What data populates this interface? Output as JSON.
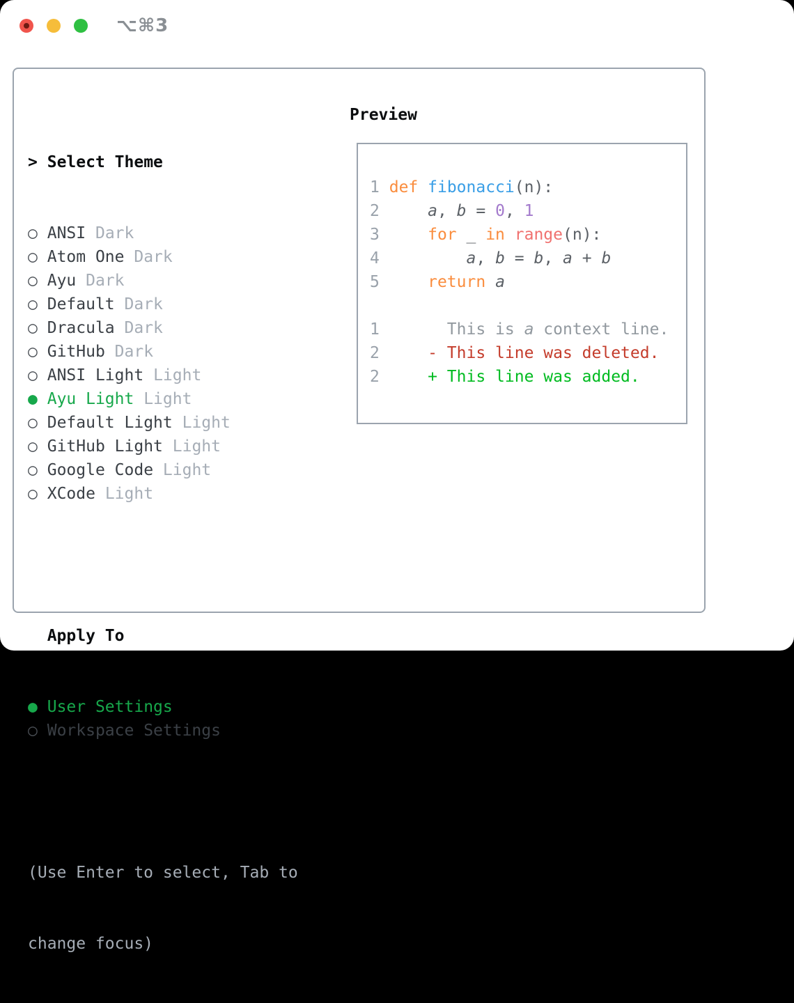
{
  "window": {
    "title": "⌥⌘3"
  },
  "selector": {
    "cursor": ">",
    "header": "Select Theme",
    "items": [
      {
        "bullet": "○",
        "name": "ANSI",
        "tag": "Dark",
        "selected": false
      },
      {
        "bullet": "○",
        "name": "Atom One",
        "tag": "Dark",
        "selected": false
      },
      {
        "bullet": "○",
        "name": "Ayu",
        "tag": "Dark",
        "selected": false
      },
      {
        "bullet": "○",
        "name": "Default",
        "tag": "Dark",
        "selected": false
      },
      {
        "bullet": "○",
        "name": "Dracula",
        "tag": "Dark",
        "selected": false
      },
      {
        "bullet": "○",
        "name": "GitHub",
        "tag": "Dark",
        "selected": false
      },
      {
        "bullet": "○",
        "name": "ANSI Light",
        "tag": "Light",
        "selected": false
      },
      {
        "bullet": "●",
        "name": "Ayu Light",
        "tag": "Light",
        "selected": true
      },
      {
        "bullet": "○",
        "name": "Default Light",
        "tag": "Light",
        "selected": false
      },
      {
        "bullet": "○",
        "name": "GitHub Light",
        "tag": "Light",
        "selected": false
      },
      {
        "bullet": "○",
        "name": "Google Code",
        "tag": "Light",
        "selected": false
      },
      {
        "bullet": "○",
        "name": "XCode",
        "tag": "Light",
        "selected": false
      }
    ]
  },
  "apply_to": {
    "header": "Apply To",
    "items": [
      {
        "bullet": "●",
        "name": "User Settings",
        "selected": true
      },
      {
        "bullet": "○",
        "name": "Workspace Settings",
        "selected": false
      }
    ]
  },
  "hint": {
    "line1": "(Use Enter to select, Tab to",
    "line2": "change focus)"
  },
  "preview": {
    "header": "Preview",
    "lines": [
      {
        "num": "1",
        "tokens": [
          {
            "t": "def",
            "s": "kw"
          },
          {
            "t": " ",
            "s": "txt"
          },
          {
            "t": "fibonacci",
            "s": "fn"
          },
          {
            "t": "(n):",
            "s": "txt"
          }
        ]
      },
      {
        "num": "2",
        "tokens": [
          {
            "t": "    ",
            "s": "txt"
          },
          {
            "t": "a",
            "s": "var"
          },
          {
            "t": ", ",
            "s": "txt"
          },
          {
            "t": "b",
            "s": "var"
          },
          {
            "t": " = ",
            "s": "txt"
          },
          {
            "t": "0",
            "s": "num"
          },
          {
            "t": ", ",
            "s": "txt"
          },
          {
            "t": "1",
            "s": "num"
          }
        ]
      },
      {
        "num": "3",
        "tokens": [
          {
            "t": "    ",
            "s": "txt"
          },
          {
            "t": "for",
            "s": "kw"
          },
          {
            "t": " _ ",
            "s": "txt"
          },
          {
            "t": "in",
            "s": "kw"
          },
          {
            "t": " ",
            "s": "txt"
          },
          {
            "t": "range",
            "s": "call"
          },
          {
            "t": "(n):",
            "s": "txt"
          }
        ]
      },
      {
        "num": "4",
        "tokens": [
          {
            "t": "        ",
            "s": "txt"
          },
          {
            "t": "a",
            "s": "var"
          },
          {
            "t": ", ",
            "s": "txt"
          },
          {
            "t": "b",
            "s": "var"
          },
          {
            "t": " = ",
            "s": "txt"
          },
          {
            "t": "b",
            "s": "var"
          },
          {
            "t": ", ",
            "s": "txt"
          },
          {
            "t": "a",
            "s": "var"
          },
          {
            "t": " + ",
            "s": "txt"
          },
          {
            "t": "b",
            "s": "var"
          }
        ]
      },
      {
        "num": "5",
        "tokens": [
          {
            "t": "    ",
            "s": "txt"
          },
          {
            "t": "return",
            "s": "kw"
          },
          {
            "t": " ",
            "s": "txt"
          },
          {
            "t": "a",
            "s": "var"
          }
        ]
      },
      {
        "num": "",
        "tokens": []
      },
      {
        "num": "1",
        "tokens": [
          {
            "t": "      This is ",
            "s": "ctx"
          },
          {
            "t": "a",
            "s": "ctxvar"
          },
          {
            "t": " context line.",
            "s": "ctx"
          }
        ]
      },
      {
        "num": "2",
        "tokens": [
          {
            "t": "    - This line was deleted.",
            "s": "del"
          }
        ]
      },
      {
        "num": "2",
        "tokens": [
          {
            "t": "    + This line was added.",
            "s": "add"
          }
        ]
      }
    ]
  },
  "colors": {
    "accent-green": "#17a84b",
    "added-green": "#00bb20",
    "deleted-red": "#c43c2b",
    "keyword-orange": "#fa8d3e",
    "function-blue": "#399ee6",
    "number-purple": "#a37acc",
    "call-coral": "#f0716f",
    "code-text": "#5b6066",
    "muted-gray": "#a6adb6",
    "line-number-gray": "#99a1aa",
    "context-gray": "#92999f",
    "item-text": "#3b4046",
    "border-gray": "#9ba4ae",
    "traffic-red": "#f0544c",
    "traffic-red-dot": "#6e1a12",
    "traffic-yellow": "#f6bd3a",
    "traffic-green": "#2fc042",
    "title-gray": "#8a8f94",
    "header-black": "#0b0d0f"
  }
}
